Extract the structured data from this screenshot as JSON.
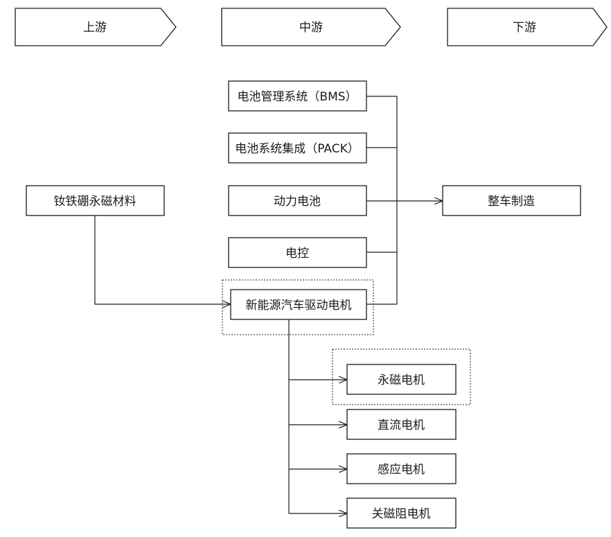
{
  "stages": {
    "upstream": "上游",
    "midstream": "中游",
    "downstream": "下游"
  },
  "nodes": {
    "bms": "电池管理系统（BMS）",
    "pack": "电池系统集成（PACK）",
    "power_battery": "动力电池",
    "ecu": "电控",
    "drive_motor": "新能源汽车驱动电机",
    "magnet_material": "钕铁硼永磁材料",
    "vehicle_manufacturing": "整车制造",
    "pm_motor": "永磁电机",
    "dc_motor": "直流电机",
    "induction_motor": "感应电机",
    "srm_motor": "关磁阻电机"
  },
  "colors": {
    "line": "#1a1a1a",
    "box_fill": "#ffffff"
  }
}
